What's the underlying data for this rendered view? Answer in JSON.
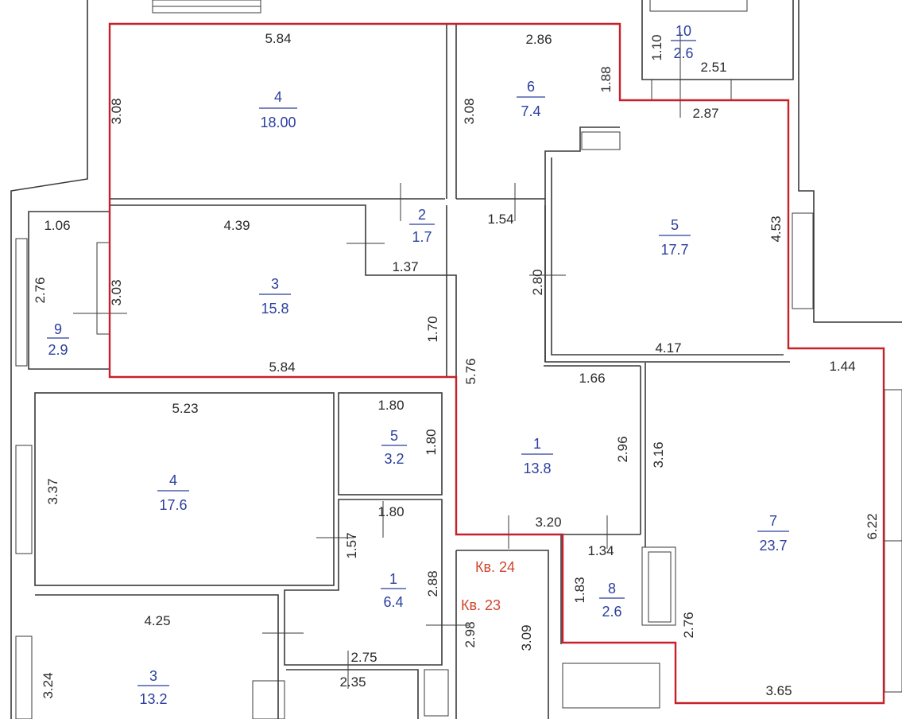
{
  "apartment_labels": {
    "kv24": "Кв.  24",
    "kv23": "Кв.  23"
  },
  "rooms": [
    {
      "id": "r4top",
      "number": "4",
      "area": "18.00"
    },
    {
      "id": "r6",
      "number": "6",
      "area": "7.4"
    },
    {
      "id": "r10",
      "number": "10",
      "area": "2.6"
    },
    {
      "id": "r2",
      "number": "2",
      "area": "1.7"
    },
    {
      "id": "r5top",
      "number": "5",
      "area": "17.7"
    },
    {
      "id": "r3top",
      "number": "3",
      "area": "15.8"
    },
    {
      "id": "r9",
      "number": "9",
      "area": "2.9"
    },
    {
      "id": "r1main",
      "number": "1",
      "area": "13.8"
    },
    {
      "id": "r7",
      "number": "7",
      "area": "23.7"
    },
    {
      "id": "r8",
      "number": "8",
      "area": "2.6"
    },
    {
      "id": "r5bot",
      "number": "5",
      "area": "3.2"
    },
    {
      "id": "r4bot",
      "number": "4",
      "area": "17.6"
    },
    {
      "id": "r1bot",
      "number": "1",
      "area": "6.4"
    },
    {
      "id": "r3bot",
      "number": "3",
      "area": "13.2"
    }
  ],
  "dimensions": [
    {
      "id": "d01",
      "text": "5.84"
    },
    {
      "id": "d02",
      "text": "2.86"
    },
    {
      "id": "d03",
      "text": "1.10"
    },
    {
      "id": "d04",
      "text": "2.51"
    },
    {
      "id": "d05",
      "text": "3.08"
    },
    {
      "id": "d06",
      "text": "3.08"
    },
    {
      "id": "d07",
      "text": "1.88"
    },
    {
      "id": "d08",
      "text": "2.87"
    },
    {
      "id": "d09",
      "text": "1.06"
    },
    {
      "id": "d10",
      "text": "4.39"
    },
    {
      "id": "d11",
      "text": "1.54"
    },
    {
      "id": "d12",
      "text": "1.37"
    },
    {
      "id": "d13",
      "text": "4.53"
    },
    {
      "id": "d14",
      "text": "2.76"
    },
    {
      "id": "d15",
      "text": "3.03"
    },
    {
      "id": "d16",
      "text": "2.80"
    },
    {
      "id": "d17",
      "text": "1.70"
    },
    {
      "id": "d18",
      "text": "5.84"
    },
    {
      "id": "d19",
      "text": "4.17"
    },
    {
      "id": "d20",
      "text": "5.76"
    },
    {
      "id": "d21",
      "text": "1.44"
    },
    {
      "id": "d22",
      "text": "1.66"
    },
    {
      "id": "d23",
      "text": "5.23"
    },
    {
      "id": "d24",
      "text": "1.80"
    },
    {
      "id": "d25",
      "text": "1.80"
    },
    {
      "id": "d26",
      "text": "2.96"
    },
    {
      "id": "d27",
      "text": "3.16"
    },
    {
      "id": "d28",
      "text": "3.37"
    },
    {
      "id": "d29",
      "text": "1.80"
    },
    {
      "id": "d30",
      "text": "3.20"
    },
    {
      "id": "d31",
      "text": "6.22"
    },
    {
      "id": "d32",
      "text": "1.57"
    },
    {
      "id": "d33",
      "text": "1.34"
    },
    {
      "id": "d34",
      "text": "2.88"
    },
    {
      "id": "d35",
      "text": "1.83"
    },
    {
      "id": "d36",
      "text": "4.25"
    },
    {
      "id": "d37",
      "text": "2.98"
    },
    {
      "id": "d38",
      "text": "3.09"
    },
    {
      "id": "d39",
      "text": "2.76"
    },
    {
      "id": "d40",
      "text": "2.75"
    },
    {
      "id": "d41",
      "text": "3.24"
    },
    {
      "id": "d42",
      "text": "2.35"
    },
    {
      "id": "d43",
      "text": "3.65"
    }
  ]
}
